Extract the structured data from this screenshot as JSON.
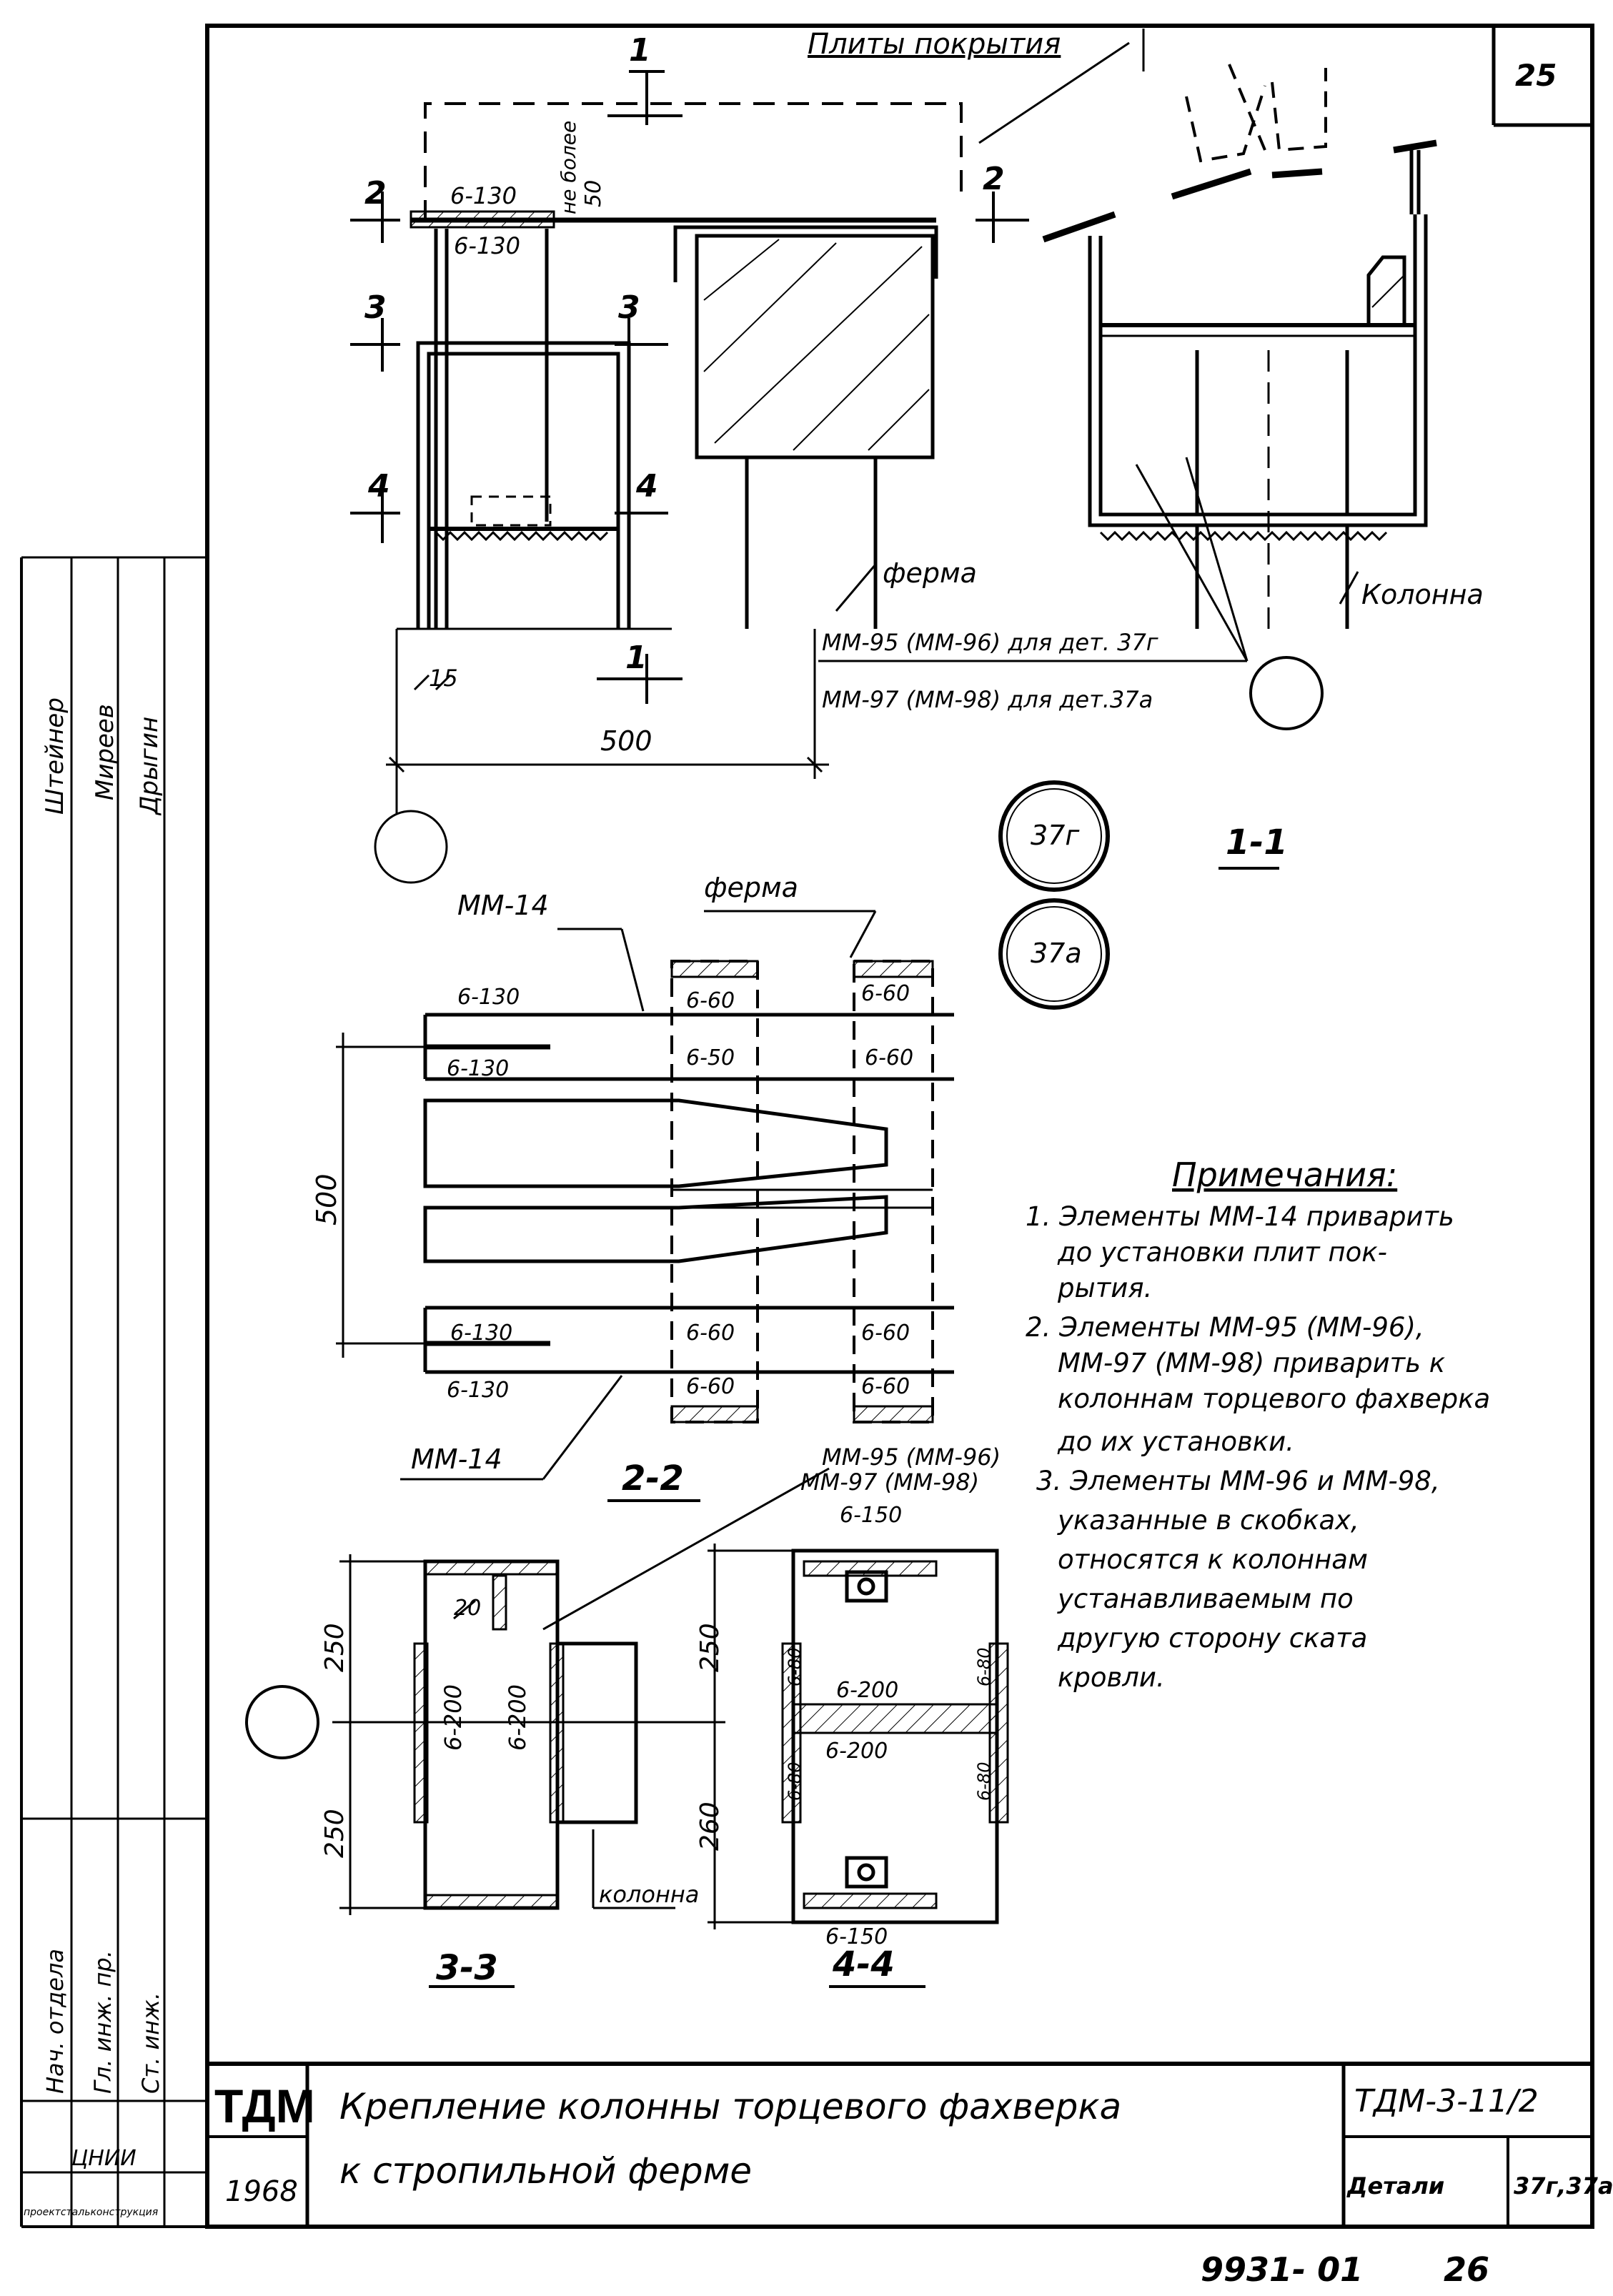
{
  "sheet": {
    "number": "25",
    "footer_code": "9931- 01",
    "footer_page": "26"
  },
  "section_1": {
    "label_plates": "Плиты покрытия",
    "cut_1_top": "1",
    "cut_1_bottom": "1",
    "cut_2_left": "2",
    "cut_2_right": "2",
    "cut_3_left": "3",
    "cut_3_right": "3",
    "cut_4_left": "4",
    "cut_4_right": "4",
    "weld_top_a": "6-130",
    "weld_top_b": "6-130",
    "note_max": "не более",
    "dim_50": "50",
    "dim_15": "15",
    "dim_500": "500",
    "label_truss": "ферма",
    "label_column": "Колонна",
    "caption_37g": "ММ-95 (ММ-96) для дет. 37г",
    "caption_37a": "ММ-97 (ММ-98) для дет.37а",
    "view_1_1": "1-1"
  },
  "callouts": {
    "c1": "37г",
    "c2": "37а"
  },
  "section_2": {
    "label_mm14_top": "ММ-14",
    "label_mm14_bottom": "ММ-14",
    "label_truss": "ферма",
    "dim_500": "500",
    "welds": [
      "6-130",
      "6-130",
      "6-60",
      "6-60",
      "6-50",
      "6-60",
      "6-130",
      "6-130",
      "6-60",
      "6-60",
      "6-60",
      "6-60"
    ],
    "view_2_2": "2-2"
  },
  "section_3": {
    "dim_250_top": "250",
    "dim_250_bottom": "250",
    "dim_20": "20",
    "weld_a": "6-200",
    "weld_b": "6-200",
    "label_column": "колонна",
    "view_3_3": "3-3"
  },
  "section_4": {
    "label_mm95": "ММ-95 (ММ-96)",
    "label_mm97": "ММ-97 (ММ-98)",
    "weld_top": "6-150",
    "weld_bottom": "6-150",
    "dim_250": "250",
    "dim_260": "260",
    "weld_mid_a": "6-200",
    "weld_mid_b": "6-200",
    "weld_side": [
      "6-80",
      "6-80",
      "6-80",
      "6-80"
    ],
    "view_4_4": "4-4"
  },
  "notes": {
    "title": "Примечания:",
    "lines": [
      "1. Элементы ММ-14 приварить",
      "до установки плит пок-",
      "рытия.",
      "2. Элементы ММ-95 (ММ-96),",
      "ММ-97 (ММ-98) приварить к",
      "колоннам торцевого фахверка",
      "до их установки.",
      "3. Элементы ММ-96 и ММ-98,",
      "указанные в скобках,",
      "относятся к колоннам",
      "устанавливаемым по",
      "другую сторону ската",
      "кровли."
    ]
  },
  "title_block": {
    "org": "ТДМ",
    "year": "1968",
    "title_line1": "Крепление колонны торцевого фахверка",
    "title_line2": "к стропильной ферме",
    "code": "ТДМ-3-11/2",
    "detail_label": "Детали",
    "detail_value": "37г,37а"
  },
  "left_stamp": {
    "names": [
      "Дрыгин",
      "Миреев",
      "Штейнер"
    ],
    "roles": [
      "Нач. отдела",
      "Гл. инж. пр.",
      "Ст. инж."
    ],
    "org": "ЦНИИ",
    "org2": "проектстальконструкция"
  }
}
